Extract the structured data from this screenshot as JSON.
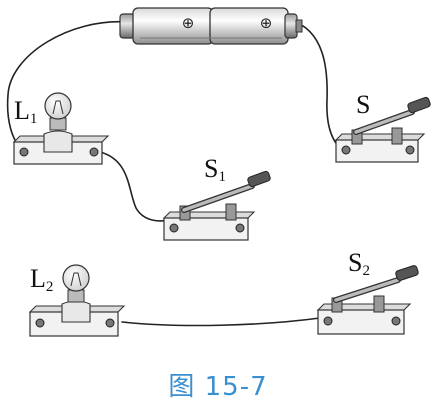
{
  "figure": {
    "caption": "图 15-7",
    "labels": {
      "l1": {
        "main": "L",
        "sub": "1"
      },
      "l2": {
        "main": "L",
        "sub": "2"
      },
      "s": {
        "main": "S",
        "sub": ""
      },
      "s1": {
        "main": "S",
        "sub": "1"
      },
      "s2": {
        "main": "S",
        "sub": "2"
      }
    },
    "battery_marks": [
      "⊕",
      "⊕"
    ],
    "colors": {
      "wire": "#222222",
      "base_fill": "#f2f2f2",
      "base_stroke": "#333333",
      "caption": "#3a8fd0"
    }
  }
}
